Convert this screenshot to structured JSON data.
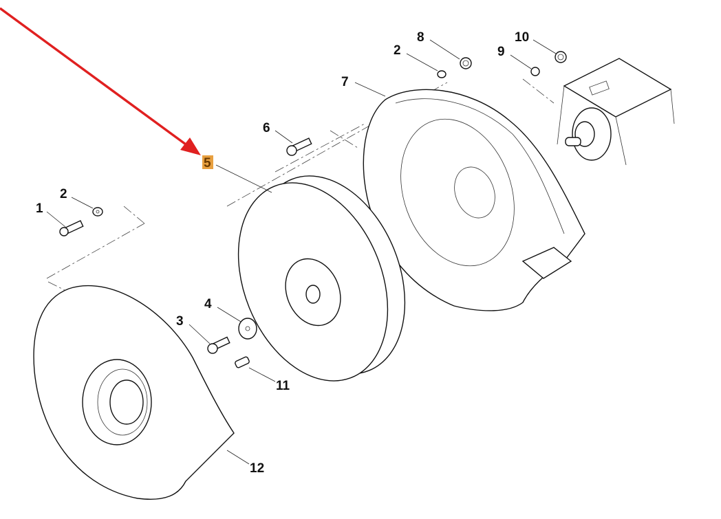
{
  "diagram": {
    "highlight_color": "#e8a040",
    "arrow_color": "#e02020",
    "callouts": {
      "c1": "1",
      "c2a": "2",
      "c2b": "2",
      "c3": "3",
      "c4": "4",
      "c5": "5",
      "c6": "6",
      "c7": "7",
      "c8": "8",
      "c9": "9",
      "c10": "10",
      "c11": "11",
      "c12": "12"
    },
    "highlighted_callout": "5"
  }
}
